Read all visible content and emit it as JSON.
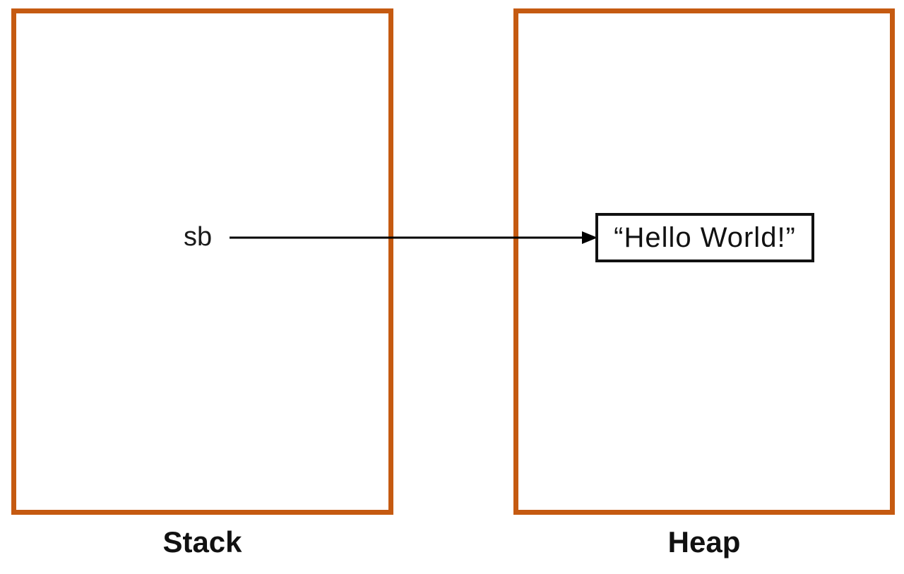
{
  "diagram": {
    "title": "stack-heap-reference-diagram",
    "stack": {
      "label": "Stack",
      "variable_label": "sb"
    },
    "heap": {
      "label": "Heap",
      "value": "“Hello World!”"
    },
    "arrow": {
      "from": "sb",
      "to": "heap string object",
      "direction": "right"
    },
    "colors": {
      "region_border": "#C55A11",
      "arrow": "#000000",
      "value_box_border": "#111111",
      "text": "#111111",
      "background": "#ffffff"
    }
  }
}
